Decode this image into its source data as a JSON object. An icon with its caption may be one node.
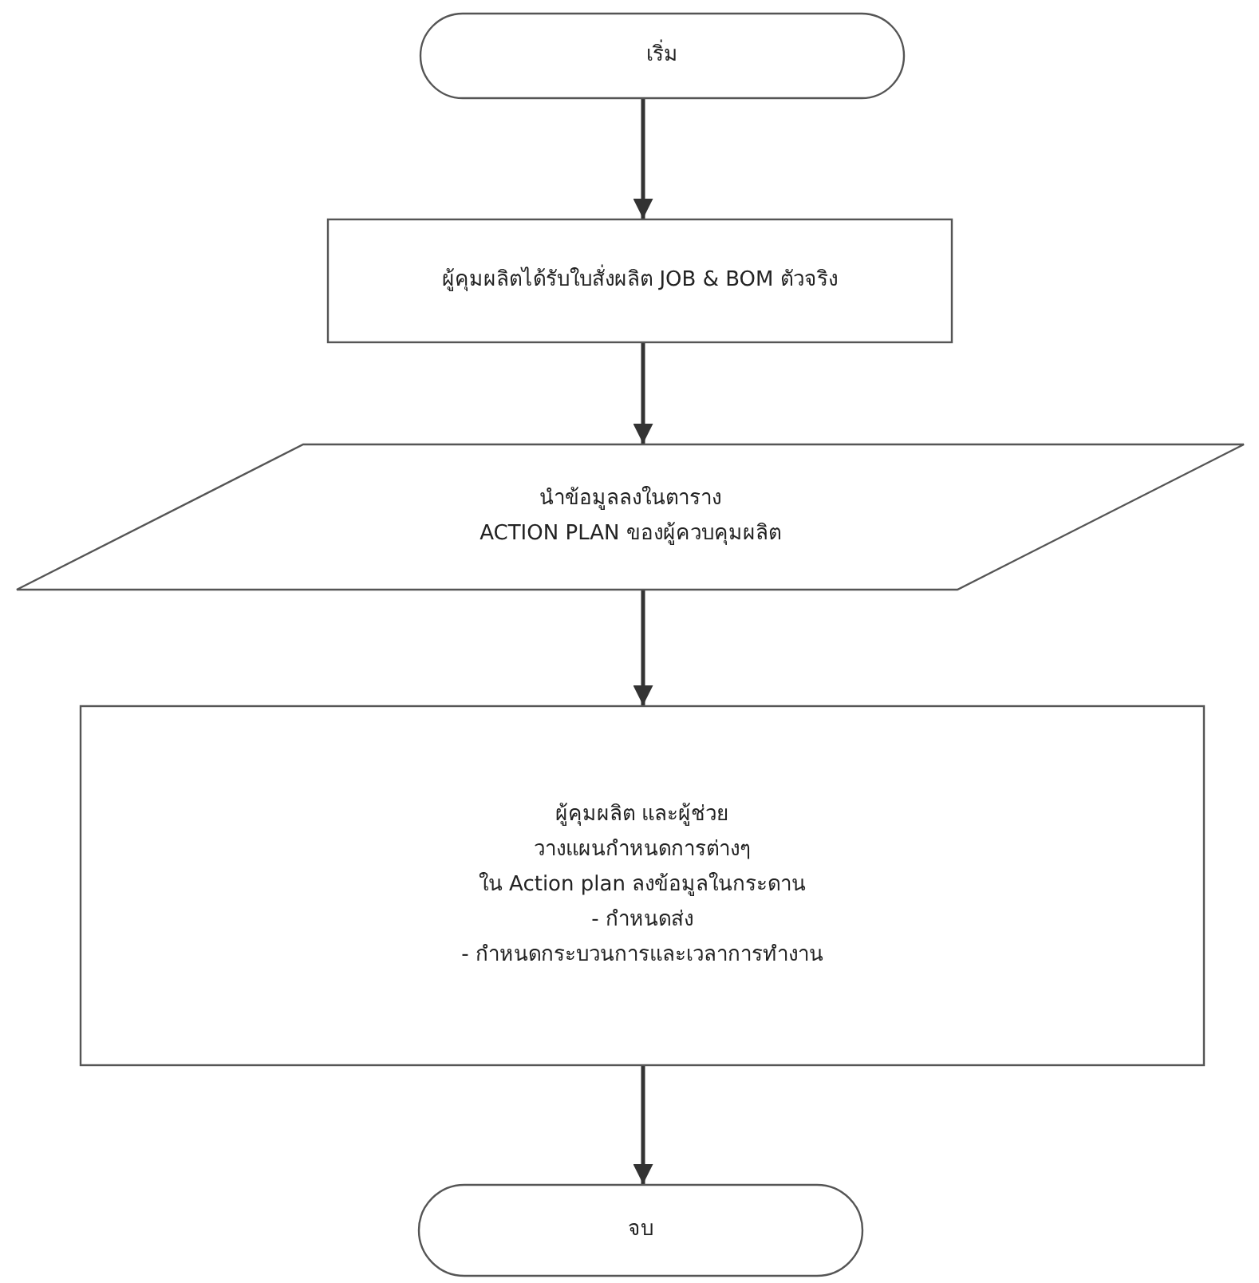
{
  "diagram": {
    "nodes": [
      {
        "text": [
          "เริ่ม"
        ]
      },
      {
        "text": [
          "ผู้คุมผลิตได้รับใบสั่งผลิต JOB & BOM ตัวจริง"
        ]
      },
      {
        "text": [
          "นำข้อมูลลงในตาราง",
          "ACTION PLAN ของผู้ควบคุมผลิต"
        ]
      },
      {
        "text": [
          "ผู้คุมผลิต และผู้ช่วย",
          "วางแผนกำหนดการต่างๆ",
          "ใน Action plan ลงข้อมูลในกระดาน",
          "- กำหนดส่ง",
          "- กำหนดกระบวนการและเวลาการทำงาน"
        ]
      },
      {
        "text": [
          "จบ"
        ]
      }
    ],
    "edges": [
      {
        "from": 0,
        "to": 1,
        "arrow": "to"
      },
      {
        "from": 1,
        "to": 2,
        "arrow": "to"
      },
      {
        "from": 2,
        "to": 3,
        "arrow": "to"
      },
      {
        "from": 3,
        "to": 4,
        "arrow": "to"
      }
    ]
  }
}
